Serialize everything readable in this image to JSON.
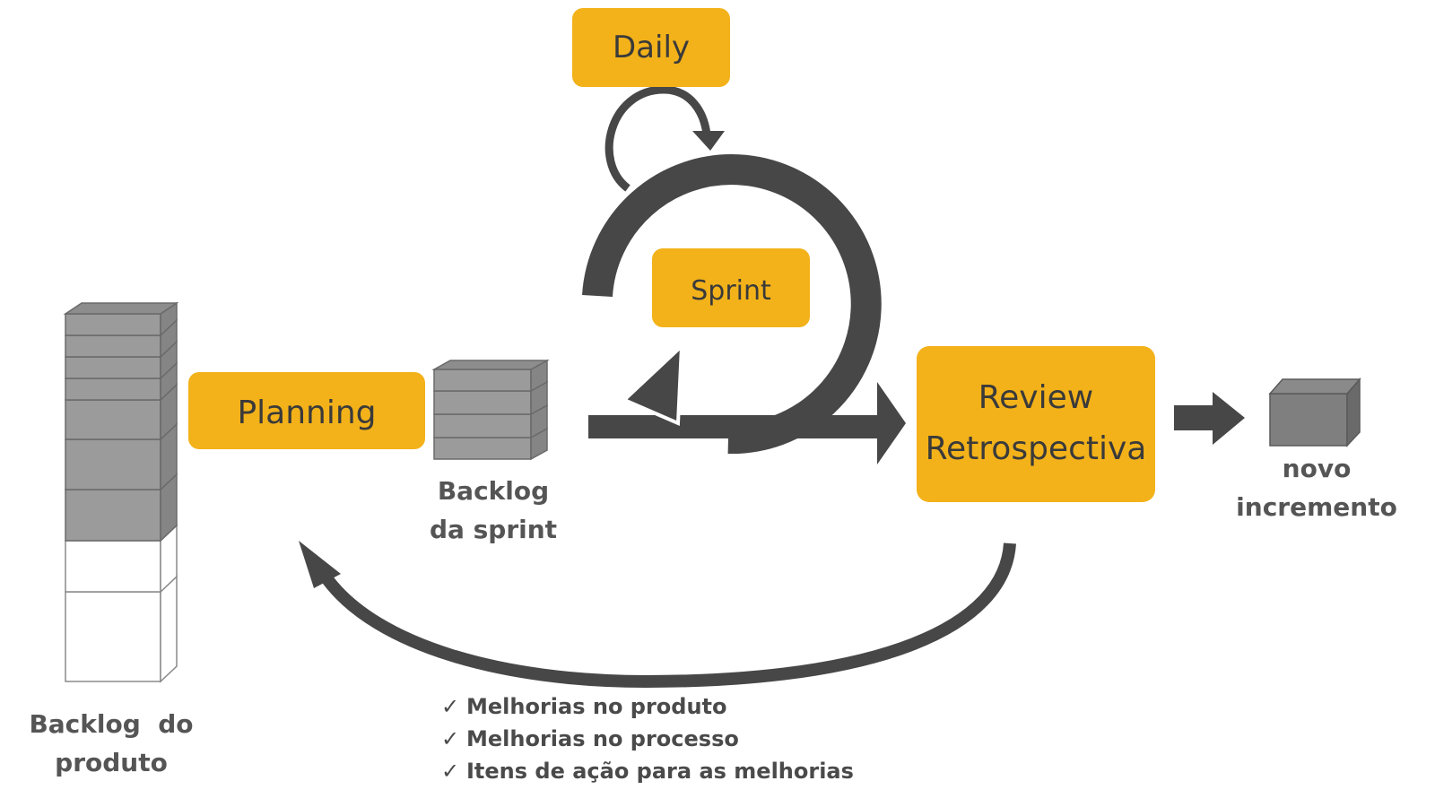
{
  "colors": {
    "accent": "#F3B21A",
    "dark": "#474747",
    "block": "#9b9b9b",
    "block_dark": "#7a7a7a",
    "text": "#3a3a3a"
  },
  "boxes": {
    "daily": "Daily",
    "sprint": "Sprint",
    "planning": "Planning",
    "review_line1": "Review",
    "review_line2": "Retrospectiva"
  },
  "captions": {
    "product_backlog_line1": "Backlog  do",
    "product_backlog_line2": "produto",
    "sprint_backlog_line1": "Backlog",
    "sprint_backlog_line2": "da sprint",
    "increment_line1": "novo",
    "increment_line2": "incremento"
  },
  "improvements": [
    {
      "icon": "check-icon",
      "label": "Melhorias no produto"
    },
    {
      "icon": "check-icon",
      "label": "Melhorias no processo"
    },
    {
      "icon": "check-icon",
      "label": "Itens de ação para as melhorias"
    }
  ],
  "check_glyph": "✓"
}
